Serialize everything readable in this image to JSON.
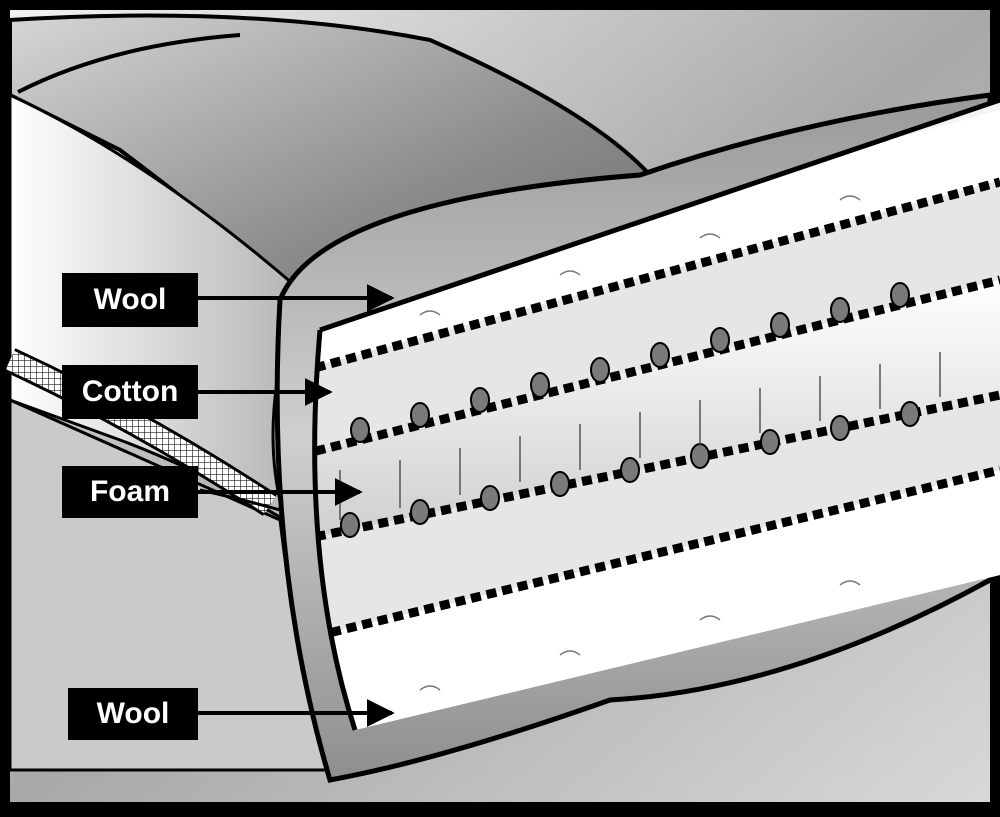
{
  "diagram": {
    "labels": [
      {
        "id": "wool-top",
        "text": "Wool"
      },
      {
        "id": "cotton",
        "text": "Cotton"
      },
      {
        "id": "foam",
        "text": "Foam"
      },
      {
        "id": "wool-bottom",
        "text": "Wool"
      }
    ]
  }
}
